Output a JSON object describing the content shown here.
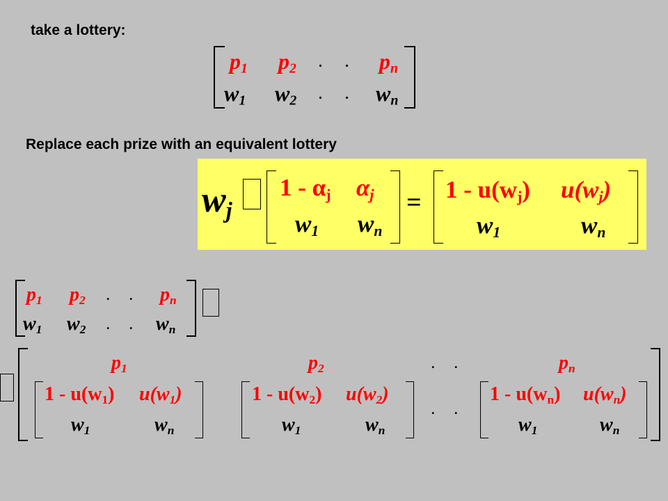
{
  "heading_1": "take a lottery:",
  "heading_2": "Replace each prize with an equivalent lottery",
  "lottery": {
    "p1": "p",
    "p1_sub": "1",
    "p2": "p",
    "p2_sub": "2",
    "pn": "p",
    "pn_sub": "n",
    "w1": "w",
    "w1_sub": "1",
    "w2": "w",
    "w2_sub": "2",
    "wn": "w",
    "wn_sub": "n",
    "dots": ". ."
  },
  "equivalence": {
    "lhs": "w",
    "lhs_sub": "j",
    "alpha_left": "1 - α",
    "alpha_left_sub": "j",
    "alpha_right": "α",
    "alpha_right_sub": "j",
    "bottom_left": "w",
    "bottom_left_sub": "1",
    "bottom_right": "w",
    "bottom_right_sub": "n",
    "equals": "=",
    "u_left": "1 - u(w",
    "u_left_sub": "j",
    "u_left_close": ")",
    "u_right": "u(w",
    "u_right_sub": "j",
    "u_right_close": ")",
    "res_bottom_left": "w",
    "res_bottom_left_sub": "1",
    "res_bottom_right": "w",
    "res_bottom_right_sub": "n"
  },
  "compound": {
    "p1": "p",
    "p1_sub": "1",
    "p2": "p",
    "p2_sub": "2",
    "pn": "p",
    "pn_sub": "n",
    "dots": ". .",
    "sub_1_left": "1 - u(w",
    "sub_1_left_sub": "1",
    "sub_1_left_close": ")",
    "sub_1_right": "u(w",
    "sub_1_right_sub": "1",
    "sub_1_right_close": ")",
    "sub_2_left": "1 - u(w",
    "sub_2_left_sub": "2",
    "sub_2_left_close": ")",
    "sub_2_right": "u(w",
    "sub_2_right_sub": "2",
    "sub_2_right_close": ")",
    "sub_n_left": "1 - u(w",
    "sub_n_left_sub": "n",
    "sub_n_left_close": ")",
    "sub_n_right": "u(w",
    "sub_n_right_sub": "n",
    "sub_n_right_close": ")",
    "w1": "w",
    "w1_sub": "1",
    "wn": "w",
    "wn_sub": "n"
  },
  "colors": {
    "background": "#c0c0c0",
    "highlight": "#ffff66",
    "red": "#ff0000",
    "text": "#000000"
  }
}
